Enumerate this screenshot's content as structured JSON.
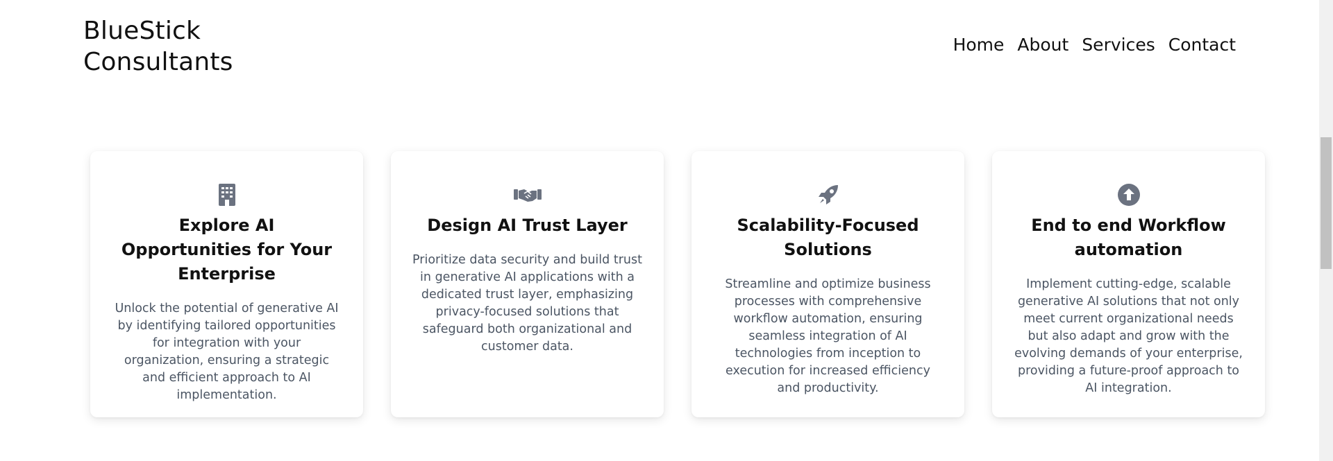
{
  "header": {
    "brand_line1": "BlueStick",
    "brand_line2": "Consultants",
    "nav": [
      "Home",
      "About",
      "Services",
      "Contact"
    ]
  },
  "cards": [
    {
      "icon": "building-icon",
      "title": "Explore AI Opportunities for Your Enterprise",
      "text": "Unlock the potential of generative AI by identifying tailored opportunities for integration with your organization, ensuring a strategic and efficient approach to AI implementation."
    },
    {
      "icon": "handshake-icon",
      "title": "Design AI Trust Layer",
      "text": "Prioritize data security and build trust in generative AI applications with a dedicated trust layer, emphasizing privacy-focused solutions that safeguard both organizational and customer data."
    },
    {
      "icon": "rocket-icon",
      "title": "Scalability-Focused Solutions",
      "text": "Streamline and optimize business processes with comprehensive workflow automation, ensuring seamless integration of AI technologies from inception to execution for increased efficiency and productivity."
    },
    {
      "icon": "arrow-circle-up-icon",
      "title": "End to end Workflow automation",
      "text": "Implement cutting-edge, scalable generative AI solutions that not only meet current organizational needs but also adapt and grow with the evolving demands of your enterprise, providing a future-proof approach to AI integration."
    }
  ],
  "colors": {
    "icon": "#6b7280",
    "title": "#111111",
    "body_text": "#4b5563"
  }
}
